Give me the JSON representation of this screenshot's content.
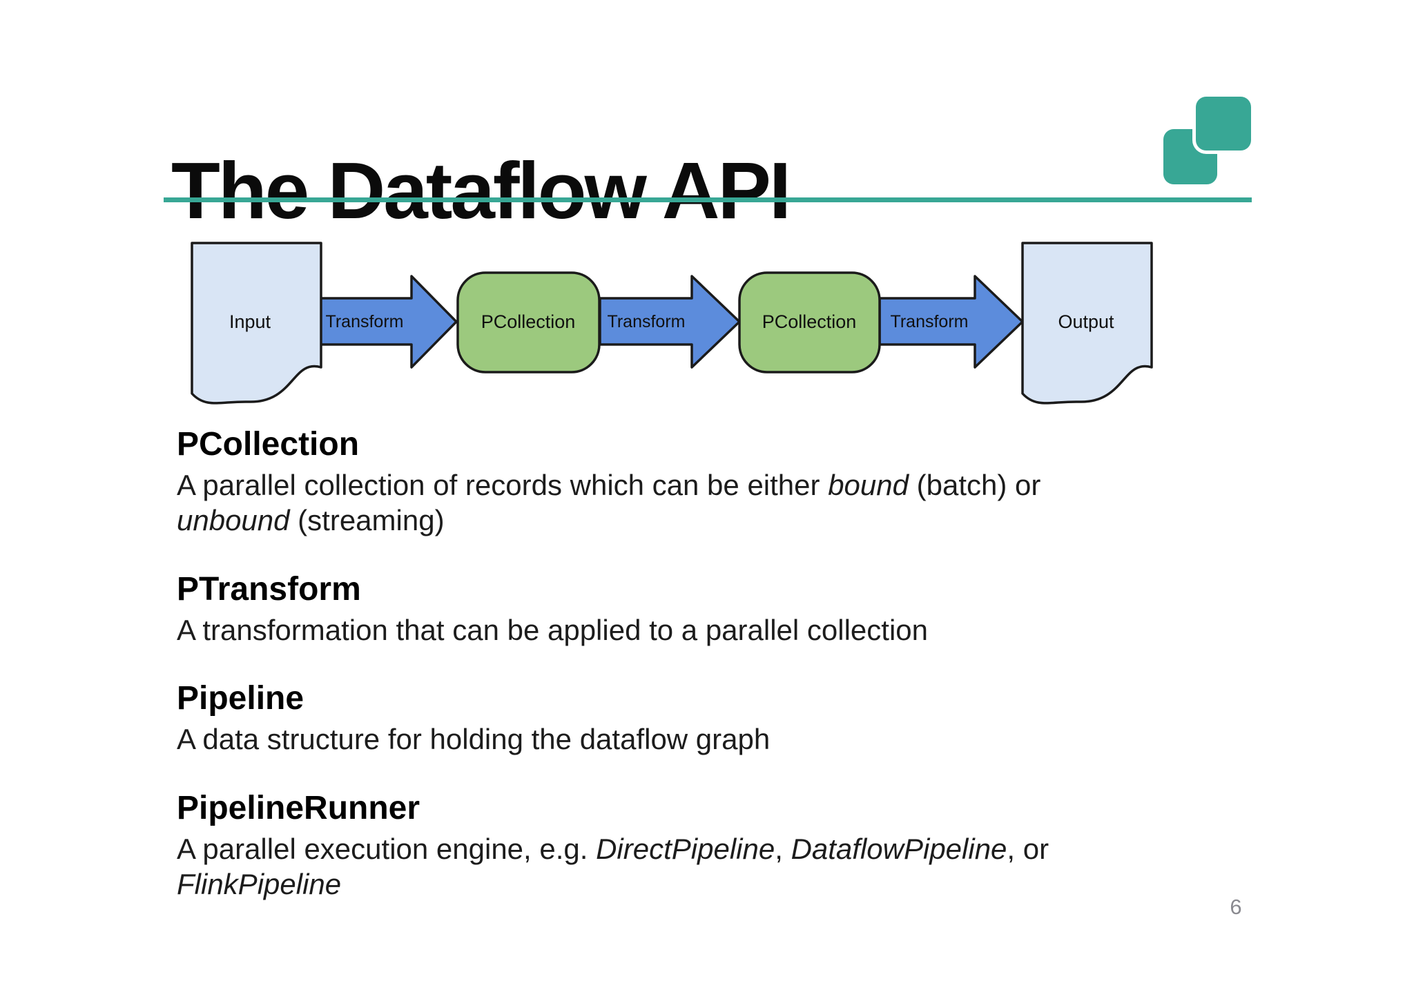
{
  "slide": {
    "title": "The Dataflow API",
    "page_number": "6",
    "accent_color": "#38A795"
  },
  "diagram": {
    "input_label": "Input",
    "output_label": "Output",
    "transform_label": "Transform",
    "pcollection_label": "PCollection",
    "colors": {
      "document_fill": "#D9E5F5",
      "arrow_fill": "#5C8CDC",
      "collection_fill": "#9CC97E",
      "stroke": "#1b1b1b"
    }
  },
  "definitions": [
    {
      "term": "PCollection",
      "lines": [
        [
          {
            "t": "A parallel collection of records which can be either "
          },
          {
            "t": "bound",
            "i": true
          },
          {
            "t": " (batch) or"
          }
        ],
        [
          {
            "t": "unbound",
            "i": true
          },
          {
            "t": " (streaming)"
          }
        ]
      ]
    },
    {
      "term": "PTransform",
      "lines": [
        [
          {
            "t": "A transformation that can be applied to a parallel collection"
          }
        ]
      ]
    },
    {
      "term": "Pipeline",
      "lines": [
        [
          {
            "t": "A data structure for holding the dataflow graph"
          }
        ]
      ]
    },
    {
      "term": "PipelineRunner",
      "lines": [
        [
          {
            "t": "A parallel execution engine, e.g. "
          },
          {
            "t": "DirectPipeline",
            "i": true
          },
          {
            "t": ", "
          },
          {
            "t": "DataflowPipeline",
            "i": true
          },
          {
            "t": ", or"
          }
        ],
        [
          {
            "t": "FlinkPipeline",
            "i": true
          }
        ]
      ]
    }
  ]
}
